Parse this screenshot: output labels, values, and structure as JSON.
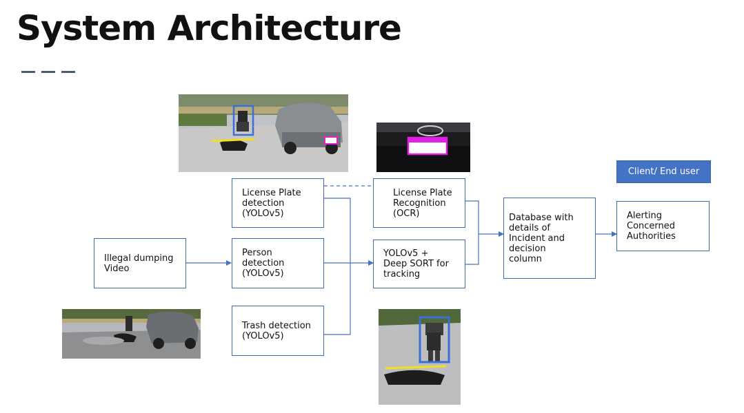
{
  "slide": {
    "title": "System Architecture"
  },
  "nodes": {
    "input_video": "Illegal dumping\nVideo",
    "license_plate_detection": "License Plate\ndetection\n(YOLOv5)",
    "person_detection": "Person detection\n(YOLOv5)",
    "trash_detection": "Trash detection\n(YOLOv5)",
    "license_plate_recognition": "License Plate\nRecognition\n(OCR)",
    "tracking": "YOLOv5 +\nDeep SORT for\ntracking",
    "database": "Database with\ndetails of\nIncident and\ndecision\ncolumn",
    "alerting": "Alerting\nConcerned\nAuthorities"
  },
  "client_button": "Client/ End user",
  "photos": {
    "scene_top": "detected person and car with license plate",
    "plate_closeup": "license plate close-up with detection box",
    "scene_bottom_left": "parking lot scene with car and trash bag",
    "person_tracking": "tracked person with bounding box"
  },
  "colors": {
    "box_border": "#3a6ab0",
    "arrow": "#4472c4",
    "button_fill": "#4472c4",
    "bbox_person": "#3a6fd8",
    "bbox_plate": "#e020e0",
    "trash_line": "#f0e020"
  }
}
